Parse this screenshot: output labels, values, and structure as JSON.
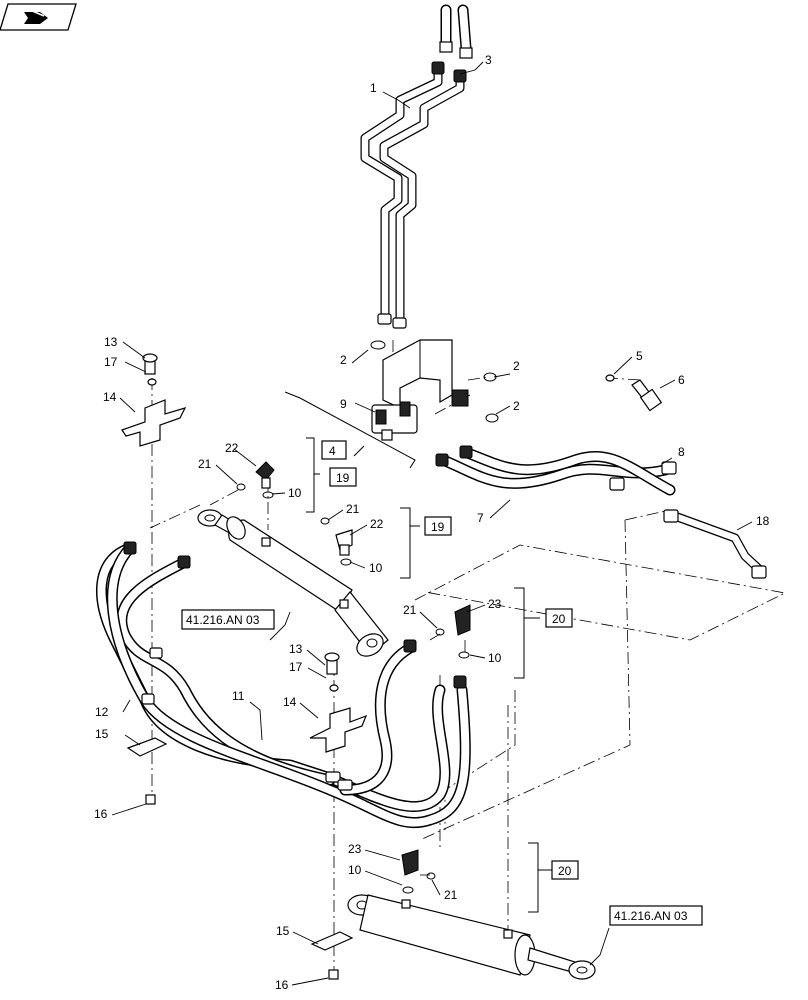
{
  "nav": {
    "icon": "return-arrow-icon"
  },
  "callouts": [
    {
      "text": "1"
    },
    {
      "text": "3"
    },
    {
      "text": "2"
    },
    {
      "text": "2"
    },
    {
      "text": "2"
    },
    {
      "text": "9"
    },
    {
      "text": "5"
    },
    {
      "text": "6"
    },
    {
      "text": "8"
    },
    {
      "text": "7"
    },
    {
      "text": "18"
    },
    {
      "text": "13"
    },
    {
      "text": "17"
    },
    {
      "text": "14"
    },
    {
      "text": "22"
    },
    {
      "text": "21"
    },
    {
      "text": "10"
    },
    {
      "text": "21"
    },
    {
      "text": "22"
    },
    {
      "text": "10"
    },
    {
      "text": "21"
    },
    {
      "text": "23"
    },
    {
      "text": "10"
    },
    {
      "text": "13"
    },
    {
      "text": "17"
    },
    {
      "text": "14"
    },
    {
      "text": "11"
    },
    {
      "text": "12"
    },
    {
      "text": "15"
    },
    {
      "text": "16"
    },
    {
      "text": "23"
    },
    {
      "text": "10"
    },
    {
      "text": "21"
    },
    {
      "text": "15"
    },
    {
      "text": "16"
    }
  ],
  "boxes": [
    {
      "text": "4"
    },
    {
      "text": "19"
    },
    {
      "text": "19"
    },
    {
      "text": "20"
    },
    {
      "text": "20"
    }
  ],
  "references": [
    {
      "text": "41.216.AN 03"
    },
    {
      "text": "41.216.AN 03"
    }
  ]
}
